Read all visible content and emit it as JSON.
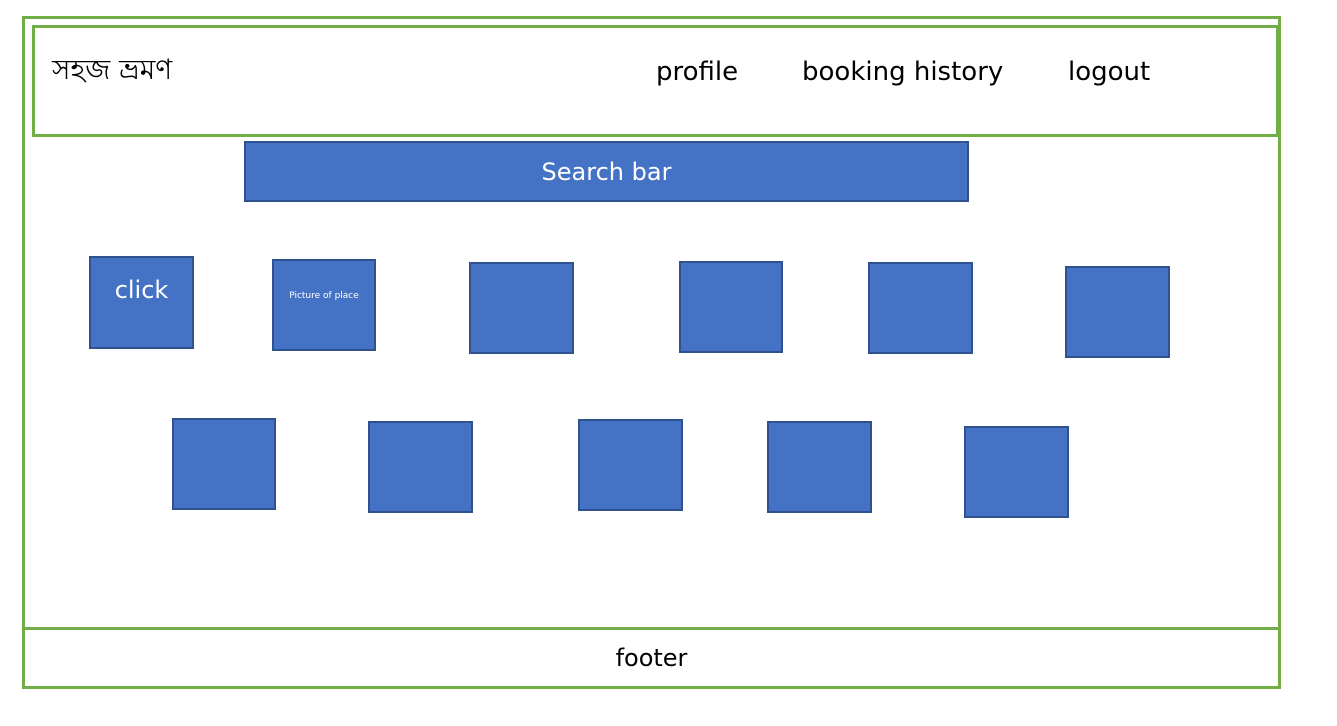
{
  "header": {
    "brand": "সহজ ভ্রমণ",
    "nav": {
      "profile": "profile",
      "booking_history": "booking history",
      "logout": "logout"
    }
  },
  "search": {
    "label": "Search bar"
  },
  "tiles": {
    "row1": [
      "click",
      "Picture of place",
      "",
      "",
      "",
      ""
    ],
    "row2": [
      "",
      "",
      "",
      "",
      ""
    ]
  },
  "footer": {
    "label": "footer"
  },
  "colors": {
    "frame_border": "#70ad47",
    "tile_fill": "#4472c4",
    "tile_border": "#2f528f",
    "tile_text": "#ffffff"
  }
}
